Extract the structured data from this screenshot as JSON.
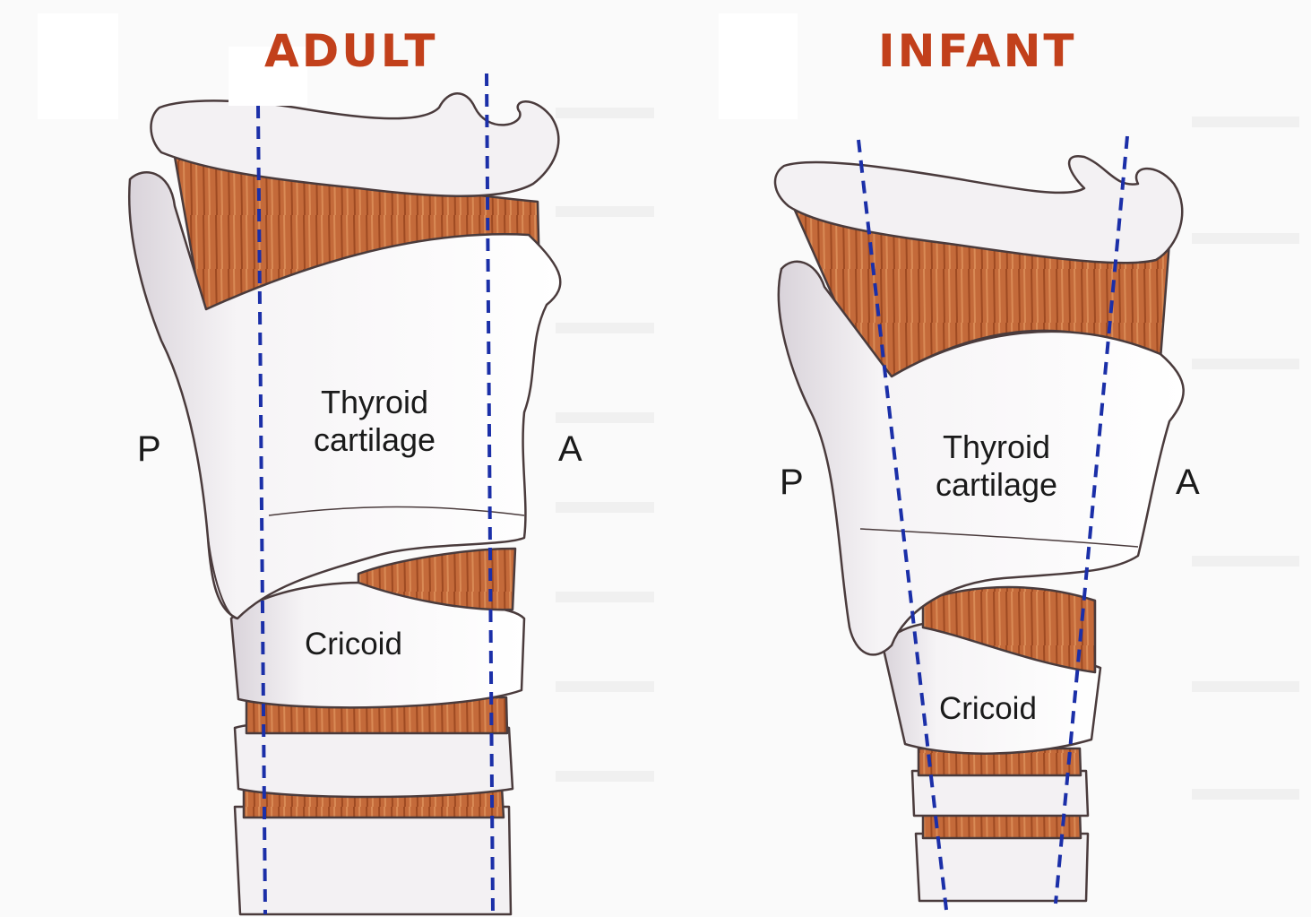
{
  "adult": {
    "title": "ADULT",
    "thyroid_label_line1": "Thyroid",
    "thyroid_label_line2": "cartilage",
    "cricoid_label": "Cricoid",
    "posterior_label": "P",
    "anterior_label": "A"
  },
  "infant": {
    "title": "INFANT",
    "thyroid_label_line1": "Thyroid",
    "thyroid_label_line2": "cartilage",
    "cricoid_label": "Cricoid",
    "posterior_label": "P",
    "anterior_label": "A"
  },
  "colors": {
    "title": "#c2401b",
    "cartilage": "#f3f1f3",
    "membrane": "#c46a3a",
    "membrane_dark": "#9e4a22",
    "outline": "#4a3b3c",
    "guide_line": "#1b2fa8",
    "background_text": "#e6e6e6"
  }
}
